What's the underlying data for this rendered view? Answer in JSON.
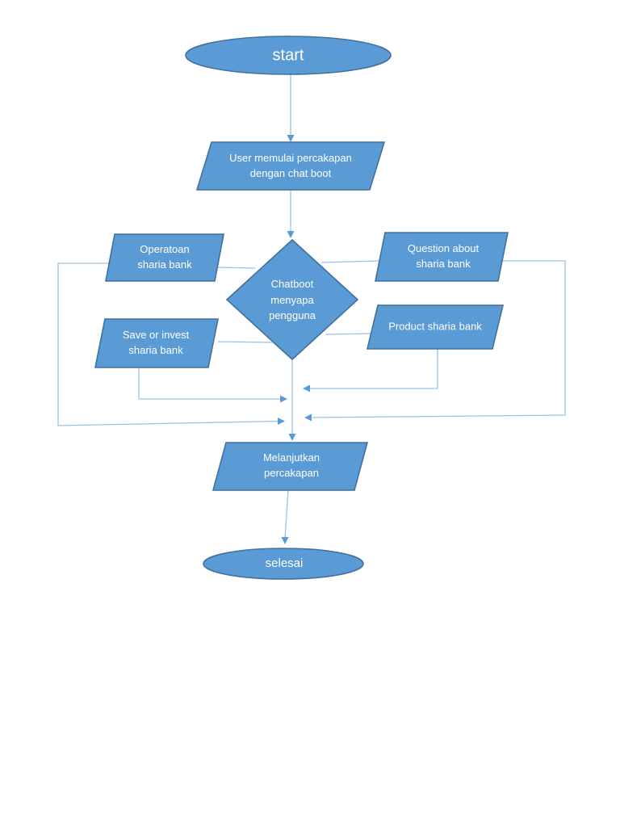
{
  "page": {
    "background": "#ffffff"
  },
  "diagram": {
    "type": "flowchart",
    "colors": {
      "shape_fill": "#5b9bd5",
      "shape_border": "#41719c",
      "connector_line": "#9cc2e5",
      "arrowhead": "#5b9bd5",
      "label_text": "#ffffff"
    },
    "nodes": {
      "start": {
        "shape": "ellipse",
        "label": "start"
      },
      "user_start": {
        "shape": "parallelogram",
        "label": "User memulai percakapan dengan chat boot"
      },
      "operation": {
        "shape": "parallelogram",
        "label": "Operatoan sharia bank"
      },
      "question": {
        "shape": "parallelogram",
        "label": "Question about sharia bank"
      },
      "decision": {
        "shape": "diamond",
        "label": "Chatboot menyapa pengguna"
      },
      "save_invest": {
        "shape": "parallelogram",
        "label": "Save or invest sharia bank"
      },
      "product": {
        "shape": "parallelogram",
        "label": "Product sharia bank"
      },
      "continue": {
        "shape": "parallelogram",
        "label": "Melanjutkan percakapan"
      },
      "end": {
        "shape": "ellipse",
        "label": "selesai"
      }
    },
    "edges": [
      {
        "from": "start",
        "to": "user_start",
        "arrow": true
      },
      {
        "from": "user_start",
        "to": "decision",
        "arrow": true
      },
      {
        "from": "decision",
        "to": "operation",
        "arrow": false
      },
      {
        "from": "decision",
        "to": "question",
        "arrow": false
      },
      {
        "from": "decision",
        "to": "save_invest",
        "arrow": false
      },
      {
        "from": "decision",
        "to": "product",
        "arrow": false
      },
      {
        "from": "decision",
        "to": "continue",
        "arrow": true
      },
      {
        "from": "operation",
        "to": "continue",
        "arrow": true
      },
      {
        "from": "question",
        "to": "continue",
        "arrow": true
      },
      {
        "from": "save_invest",
        "to": "continue",
        "arrow": true
      },
      {
        "from": "product",
        "to": "continue",
        "arrow": true
      },
      {
        "from": "continue",
        "to": "end",
        "arrow": true
      }
    ]
  }
}
